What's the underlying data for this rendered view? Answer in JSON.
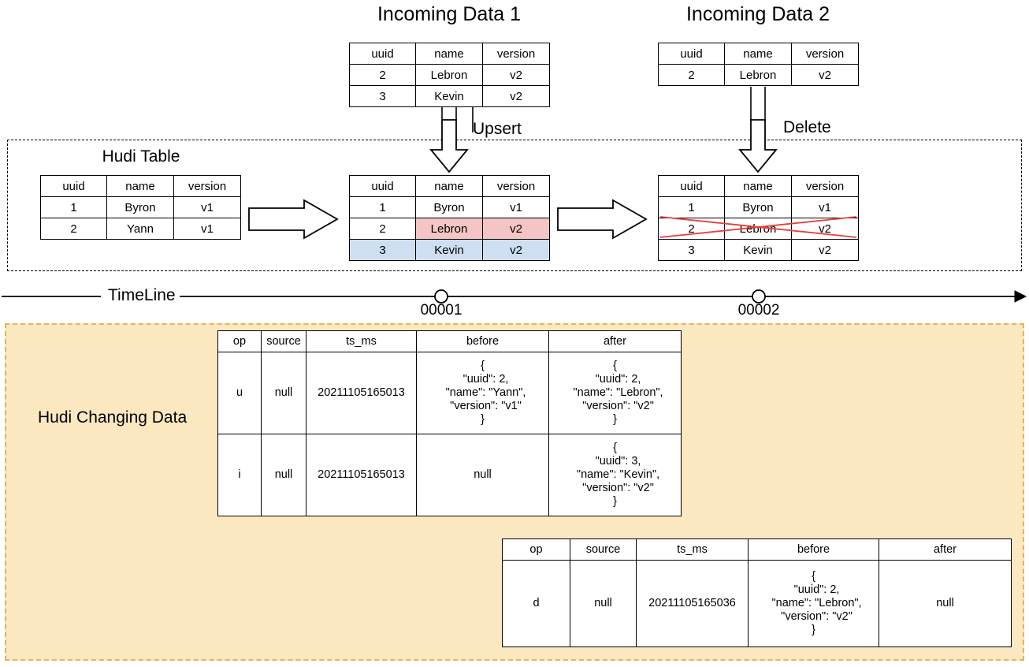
{
  "diagram": {
    "title_incoming_1": "Incoming Data 1",
    "title_incoming_2": "Incoming Data 2",
    "title_hudi_table": "Hudi Table",
    "label_upsert": "Upsert",
    "label_delete": "Delete",
    "label_timeline": "TimeLine",
    "label_changing_data": "Hudi Changing Data",
    "timeline_ticks": [
      {
        "label": "00001"
      },
      {
        "label": "00002"
      }
    ],
    "colors": {
      "highlight_update": "#f5c4c4",
      "highlight_insert": "#cfdff2",
      "delete_cross": "#e8403a",
      "changing_data_bg": "#fbe8c0",
      "changing_data_border": "#e0b657",
      "line": "#000000"
    }
  },
  "record_table": {
    "columns": [
      "uuid",
      "name",
      "version"
    ]
  },
  "incoming_data_1": {
    "rows": [
      {
        "uuid": "2",
        "name": "Lebron",
        "version": "v2"
      },
      {
        "uuid": "3",
        "name": "Kevin",
        "version": "v2"
      }
    ]
  },
  "incoming_data_2": {
    "rows": [
      {
        "uuid": "2",
        "name": "Lebron",
        "version": "v2"
      }
    ]
  },
  "hudi_table_before": {
    "rows": [
      {
        "uuid": "1",
        "name": "Byron",
        "version": "v1"
      },
      {
        "uuid": "2",
        "name": "Yann",
        "version": "v1"
      }
    ]
  },
  "hudi_table_after_upsert": {
    "rows": [
      {
        "uuid": "1",
        "name": "Byron",
        "version": "v1"
      },
      {
        "uuid": "2",
        "name": "Lebron",
        "version": "v2"
      },
      {
        "uuid": "3",
        "name": "Kevin",
        "version": "v2"
      }
    ]
  },
  "hudi_table_after_delete": {
    "rows": [
      {
        "uuid": "1",
        "name": "Byron",
        "version": "v1"
      },
      {
        "uuid": "2",
        "name": "Lebron",
        "version": "v2"
      },
      {
        "uuid": "3",
        "name": "Kevin",
        "version": "v2"
      }
    ]
  },
  "cdc_table_1": {
    "columns": [
      "op",
      "source",
      "ts_ms",
      "before",
      "after"
    ],
    "rows": [
      {
        "op": "u",
        "source": "null",
        "ts_ms": "20211105165013",
        "before": "{\n  \"uuid\": 2,\n  \"name\": \"Yann\",\n  \"version\": \"v1\"\n}",
        "after": "{\n  \"uuid\": 2,\n  \"name\": \"Lebron\",\n  \"version\": \"v2\"\n}"
      },
      {
        "op": "i",
        "source": "null",
        "ts_ms": "20211105165013",
        "before": "null",
        "after": "{\n  \"uuid\": 3,\n  \"name\": \"Kevin\",\n  \"version\": \"v2\"\n}"
      }
    ]
  },
  "cdc_table_2": {
    "columns": [
      "op",
      "source",
      "ts_ms",
      "before",
      "after"
    ],
    "rows": [
      {
        "op": "d",
        "source": "null",
        "ts_ms": "20211105165036",
        "before": "{\n  \"uuid\": 2,\n  \"name\": \"Lebron\",\n  \"version\": \"v2\"\n}",
        "after": "null"
      }
    ]
  }
}
